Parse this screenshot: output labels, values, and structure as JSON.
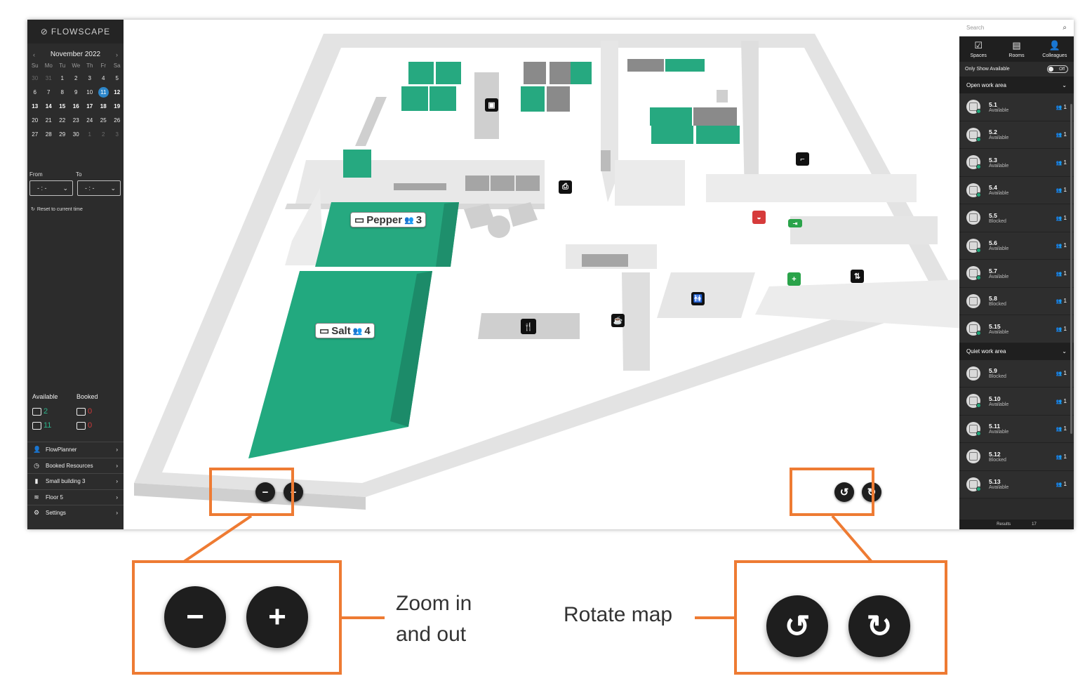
{
  "brand": {
    "logo": "FLOWSCAPE"
  },
  "calendar": {
    "month": "November 2022",
    "weekdays": [
      "Su",
      "Mo",
      "Tu",
      "We",
      "Th",
      "Fr",
      "Sa"
    ],
    "days": [
      [
        "30",
        "31",
        "1",
        "2",
        "3",
        "4",
        "5"
      ],
      [
        "6",
        "7",
        "8",
        "9",
        "10",
        "11",
        "12"
      ],
      [
        "13",
        "14",
        "15",
        "16",
        "17",
        "18",
        "19"
      ],
      [
        "20",
        "21",
        "22",
        "23",
        "24",
        "25",
        "26"
      ],
      [
        "27",
        "28",
        "29",
        "30",
        "1",
        "2",
        "3"
      ]
    ],
    "selected": "11"
  },
  "time": {
    "from_label": "From",
    "to_label": "To",
    "from_value": "- : -",
    "to_value": "- : -",
    "reset_label": "Reset to current time"
  },
  "stats": {
    "available_label": "Available",
    "booked_label": "Booked",
    "rooms_available": "2",
    "rooms_booked": "0",
    "desks_available": "11",
    "desks_booked": "0"
  },
  "nav": [
    {
      "label": "FlowPlanner",
      "icon": "user-icon"
    },
    {
      "label": "Booked Resources",
      "icon": "clock-icon"
    },
    {
      "label": "Small building 3",
      "icon": "building-icon"
    },
    {
      "label": "Floor 5",
      "icon": "layers-icon"
    },
    {
      "label": "Settings",
      "icon": "gear-icon"
    }
  ],
  "map": {
    "rooms": [
      {
        "name": "Pepper",
        "capacity": "3"
      },
      {
        "name": "Salt",
        "capacity": "4"
      }
    ],
    "controls": {
      "zoom_out": "−",
      "zoom_in": "+",
      "rotate_left": "↺",
      "rotate_right": "↻"
    },
    "accent": "#1fac82"
  },
  "search": {
    "placeholder": "Search"
  },
  "tabs": [
    {
      "label": "Spaces",
      "icon": "desk-icon"
    },
    {
      "label": "Rooms",
      "icon": "room-icon"
    },
    {
      "label": "Colleagues",
      "icon": "person-icon"
    }
  ],
  "filter": {
    "only_available_label": "Only Show Available",
    "toggle_label": "Off"
  },
  "sections": [
    {
      "title": "Open work area",
      "desks": [
        {
          "name": "5.1",
          "status": "Available",
          "capacity": "1"
        },
        {
          "name": "5.2",
          "status": "Available",
          "capacity": "1"
        },
        {
          "name": "5.3",
          "status": "Available",
          "capacity": "1"
        },
        {
          "name": "5.4",
          "status": "Available",
          "capacity": "1"
        },
        {
          "name": "5.5",
          "status": "Blocked",
          "capacity": "1"
        },
        {
          "name": "5.6",
          "status": "Available",
          "capacity": "1"
        },
        {
          "name": "5.7",
          "status": "Available",
          "capacity": "1"
        },
        {
          "name": "5.8",
          "status": "Blocked",
          "capacity": "1"
        },
        {
          "name": "5.15",
          "status": "Available",
          "capacity": "1"
        }
      ]
    },
    {
      "title": "Quiet work area",
      "desks": [
        {
          "name": "5.9",
          "status": "Blocked",
          "capacity": "1"
        },
        {
          "name": "5.10",
          "status": "Available",
          "capacity": "1"
        },
        {
          "name": "5.11",
          "status": "Available",
          "capacity": "1"
        },
        {
          "name": "5.12",
          "status": "Blocked",
          "capacity": "1"
        },
        {
          "name": "5.13",
          "status": "Available",
          "capacity": "1"
        }
      ]
    }
  ],
  "results": {
    "label": "Results",
    "count": "17"
  },
  "annotations": {
    "zoom_caption_1": "Zoom in",
    "zoom_caption_2": "and out",
    "rotate_caption": "Rotate map"
  }
}
